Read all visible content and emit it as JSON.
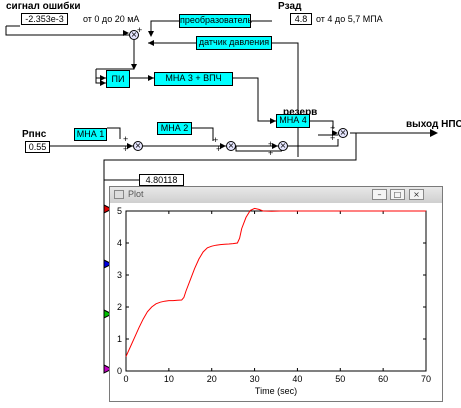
{
  "diagram": {
    "error_signal_label": "сигнал ошибки",
    "error_signal_value": "-2.353e-3",
    "range_ma": "от 0 до 20 мА",
    "converter_label": "преобразователь",
    "setpoint_label": "Рзад",
    "setpoint_value": "4.8",
    "range_mpa": "от 4 до 5,7 МПА",
    "pressure_sensor_label": "датчик давления",
    "pi_label": "ПИ",
    "mna3_label": "МНА 3 + ВПЧ",
    "reserve_label": "резерв",
    "mna4_label": "МНА 4",
    "output_label": "выход НПС",
    "pnps_label": "Рпнс",
    "pnps_value": "0.55",
    "mna1_label": "МНА 1",
    "mna2_label": "МНА 2",
    "display_value": "4.80118",
    "plus": "+"
  },
  "plot_window": {
    "title": "Plot",
    "btn_min": "–",
    "btn_max": "□",
    "btn_close": "×"
  },
  "chart_data": {
    "type": "line",
    "xlabel": "Time (sec)",
    "ylabel": "",
    "xlim": [
      0,
      70
    ],
    "ylim": [
      0,
      5
    ],
    "x_ticks": [
      "0",
      "10",
      "20",
      "30",
      "40",
      "50",
      "60",
      "70"
    ],
    "y_ticks": [
      "0",
      "1",
      "2",
      "3",
      "4",
      "5"
    ],
    "grid": false,
    "series": [
      {
        "color": "#ff0000",
        "x": [
          0,
          0.5,
          1,
          2,
          3,
          4,
          5,
          6,
          7,
          8,
          9,
          10,
          11,
          12,
          13,
          13.5,
          14,
          15,
          16,
          17,
          18,
          19,
          20,
          21,
          22,
          23,
          24,
          25,
          26,
          26.5,
          27,
          28,
          29,
          30,
          31,
          32,
          34,
          36,
          40,
          50,
          60,
          70
        ],
        "y": [
          0.45,
          0.6,
          0.75,
          1.05,
          1.35,
          1.62,
          1.85,
          2.0,
          2.1,
          2.15,
          2.18,
          2.2,
          2.2,
          2.21,
          2.22,
          2.3,
          2.5,
          2.85,
          3.2,
          3.5,
          3.72,
          3.85,
          3.9,
          3.93,
          3.95,
          3.96,
          3.97,
          3.98,
          4.0,
          4.15,
          4.45,
          4.8,
          5.02,
          5.08,
          5.05,
          5.0,
          4.99,
          5.0,
          5.0,
          5.0,
          5.0,
          5.0
        ]
      }
    ]
  }
}
